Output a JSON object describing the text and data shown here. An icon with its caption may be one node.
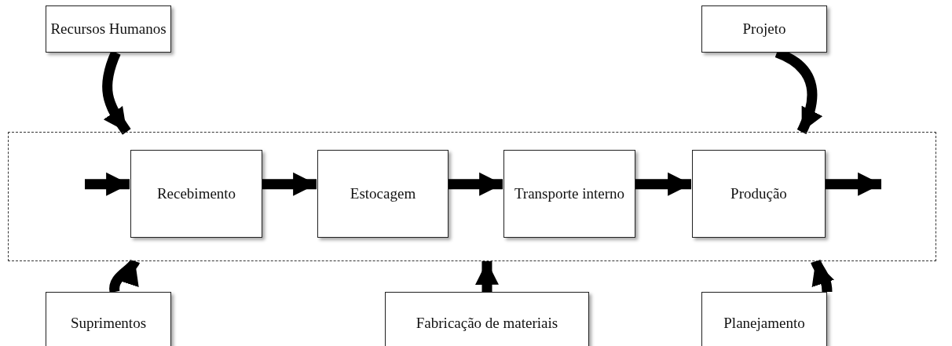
{
  "diagram": {
    "nodes": [
      {
        "text": [
          "Recursos Humanos"
        ]
      },
      {
        "text": [
          "Projeto"
        ]
      },
      {
        "text": [],
        "shape": "box"
      },
      {
        "text": [
          "Recebimento"
        ],
        "in": 2
      },
      {
        "text": [
          "Estocagem"
        ],
        "in": 2
      },
      {
        "text": [
          "Transporte interno"
        ],
        "in": 2
      },
      {
        "text": [
          "Produção"
        ],
        "in": 2
      },
      {
        "text": [
          "Suprimentos"
        ]
      },
      {
        "text": [
          "Fabricação de materiais"
        ]
      },
      {
        "text": [
          "Planejamento"
        ]
      }
    ],
    "edges": [
      {
        "from": null,
        "to": 3,
        "arrow": "to"
      },
      {
        "from": 3,
        "to": 4,
        "arrow": "to"
      },
      {
        "from": 4,
        "to": 5,
        "arrow": "to"
      },
      {
        "from": 5,
        "to": 6,
        "arrow": "to"
      },
      {
        "from": 6,
        "to": null,
        "arrow": "to"
      },
      {
        "from": 0,
        "to": 2,
        "arrow": "to"
      },
      {
        "from": 1,
        "to": 2,
        "arrow": "to"
      },
      {
        "from": 7,
        "to": 2,
        "arrow": "to"
      },
      {
        "from": 8,
        "to": 2,
        "arrow": "to"
      },
      {
        "from": 9,
        "to": 2,
        "arrow": "to"
      }
    ]
  }
}
